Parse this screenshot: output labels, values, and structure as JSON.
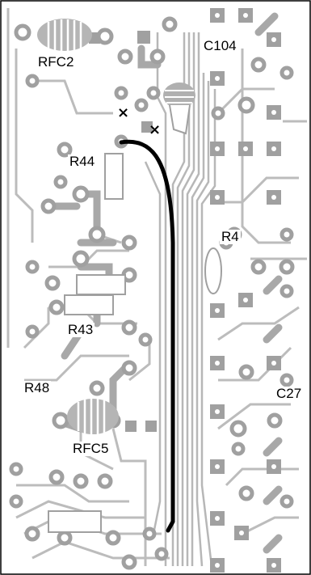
{
  "labels": {
    "rfc2": "RFC2",
    "c104": "C104",
    "r44": "R44",
    "r4": "R4",
    "r43": "R43",
    "r48": "R48",
    "c27": "C27",
    "rfc5": "RFC5"
  },
  "markers": {
    "cut_symbol": "×"
  },
  "colors": {
    "trace": "#b7b7b7",
    "pad": "#9e9e9e",
    "jumper": "#000000",
    "background": "#ffffff",
    "border": "#000000"
  }
}
